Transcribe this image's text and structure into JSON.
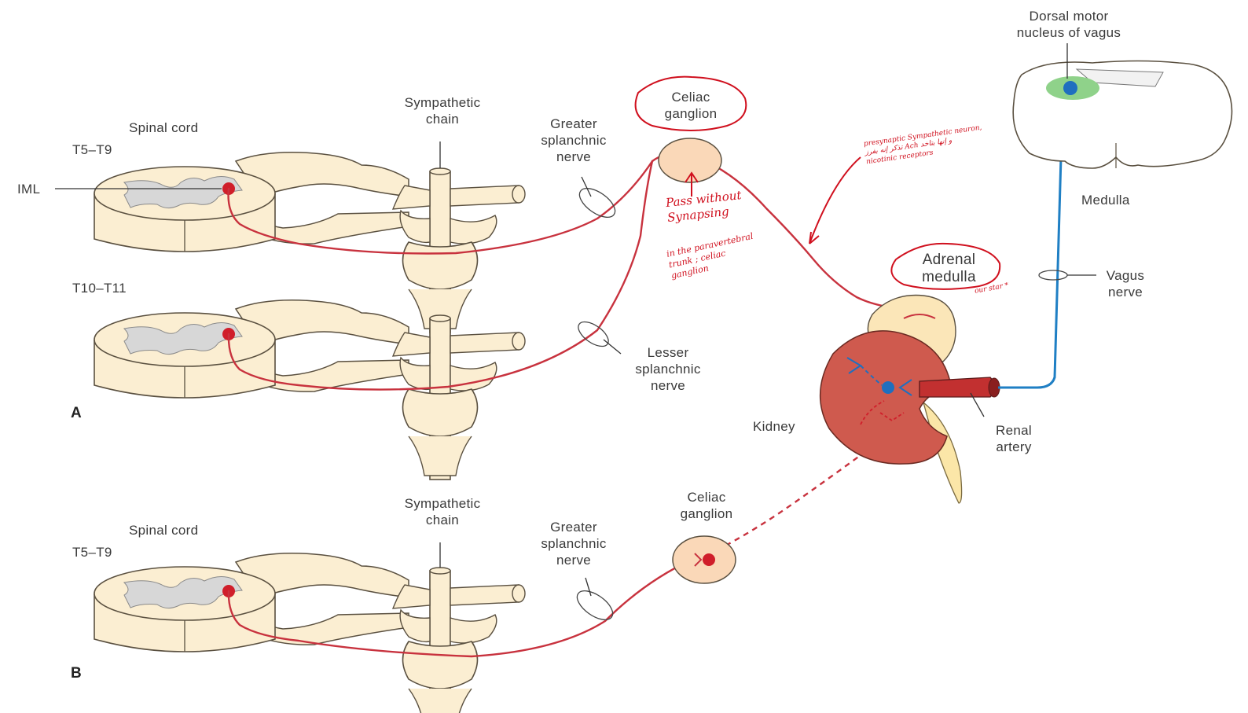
{
  "labels": {
    "panel_a": "A",
    "panel_b": "B",
    "spinal_cord_a": "Spinal cord",
    "t5_t9_a": "T5–T9",
    "iml": "IML",
    "t10_t11": "T10–T11",
    "sympathetic_chain_a": "Sympathetic\nchain",
    "greater_splanchnic_a": "Greater\nsplanchnic\nnerve",
    "lesser_splanchnic": "Lesser\nsplanchnic\nnerve",
    "celiac_ganglion_a": "Celiac\nganglion",
    "adrenal_medulla": "Adrenal\nmedulla",
    "kidney": "Kidney",
    "renal_artery": "Renal\nartery",
    "dorsal_motor_nucleus": "Dorsal motor\nnucleus of vagus",
    "medulla": "Medulla",
    "vagus_nerve": "Vagus\nnerve",
    "spinal_cord_b": "Spinal cord",
    "t5_t9_b": "T5–T9",
    "sympathetic_chain_b": "Sympathetic\nchain",
    "greater_splanchnic_b": "Greater\nsplanchnic\nnerve",
    "celiac_ganglion_b": "Celiac\nganglion"
  },
  "annotations": {
    "pass_without": "Pass without\nSynapsing",
    "in_the_trunk": "in the paravertebral\ntrunk ; celiac\nganglion",
    "presynaptic_note": "presynaptic Sympathetic neuron,\nتذكر إنه بفرز Ach و إنها بتاخد\nnicotinic receptors",
    "our_star": "our star *"
  },
  "colors": {
    "nerve_red": "#c8323e",
    "vagus_blue": "#1f7fc4",
    "tissue_beige": "#fbeed2",
    "tissue_outline": "#5a5040",
    "gray_matter": "#d7d7d7",
    "ganglion_fill": "#fad8b8",
    "kidney_red": "#cf5a4e",
    "adrenal_cream": "#fbe6b8",
    "nucleus_green": "#8fd28a",
    "ink_red": "#d0101e"
  }
}
